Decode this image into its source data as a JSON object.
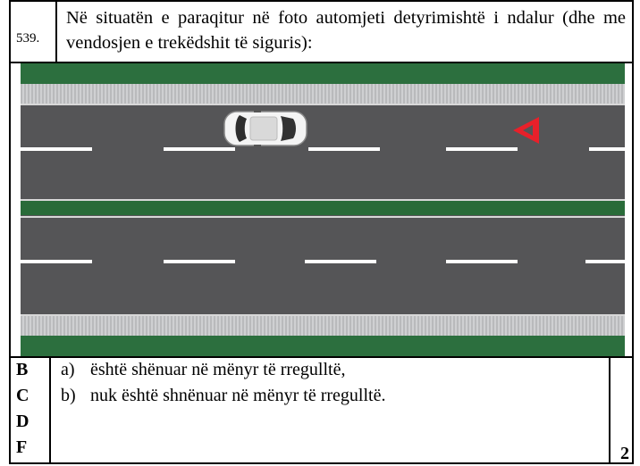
{
  "question": {
    "number": "539.",
    "text": "Në situatën e paraqitur në foto automjeti detyrimishtë i ndalur (dhe me vendosjen e trekëdshit të siguris):"
  },
  "scene": {
    "grass_color": "#2c6f3e",
    "road_color": "#555557",
    "triangle_color": "#e8202a",
    "icons": [
      "car-icon",
      "warning-triangle-icon"
    ]
  },
  "categories": [
    "B",
    "C",
    "D",
    "F"
  ],
  "options": [
    {
      "label": "a)",
      "text": "është shënuar në mënyr të rregulltë,"
    },
    {
      "label": "b)",
      "text": "nuk është shnënuar në mënyr të rregulltë."
    }
  ],
  "points": "2"
}
